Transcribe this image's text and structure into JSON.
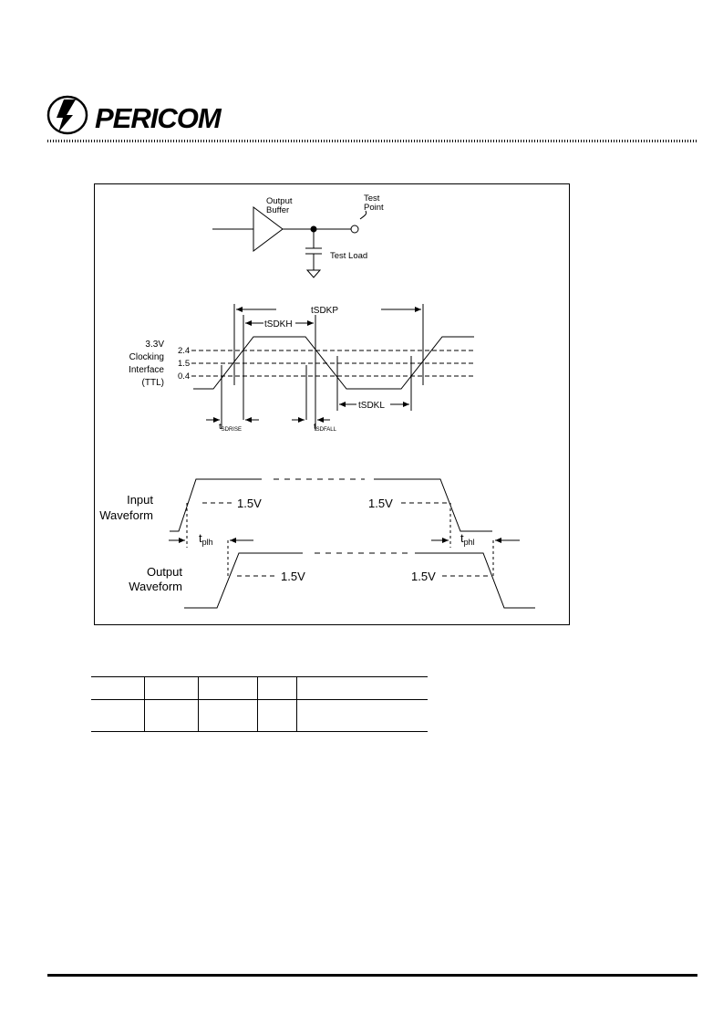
{
  "header": {
    "brand": "PERICOM"
  },
  "circuit": {
    "output_buffer_line1": "Output",
    "output_buffer_line2": "Buffer",
    "test_point_line1": "Test",
    "test_point_line2": "Point",
    "test_load": "Test Load"
  },
  "clock_timing": {
    "interface_label_line1": "3.3V",
    "interface_label_line2": "Clocking",
    "interface_label_line3": "Interface",
    "interface_label_line4": "(TTL)",
    "level_high": "2.4",
    "level_mid": "1.5",
    "level_low": "0.4",
    "period_label": "tSDKP",
    "high_time_label": "tSDKH",
    "low_time_label": "tSDKL",
    "rise_t": "t",
    "rise_sub": "SDRISE",
    "fall_t": "t",
    "fall_sub": "SDFALL"
  },
  "propagation": {
    "input_label_line1": "Input",
    "input_label_line2": "Waveform",
    "output_label_line1": "Output",
    "output_label_line2": "Waveform",
    "threshold": "1.5V",
    "tplh_t": "t",
    "tplh_sub": "plh",
    "tphl_t": "t",
    "tphl_sub": "phl"
  },
  "colors": {
    "ink": "#000000",
    "paper": "#ffffff"
  }
}
